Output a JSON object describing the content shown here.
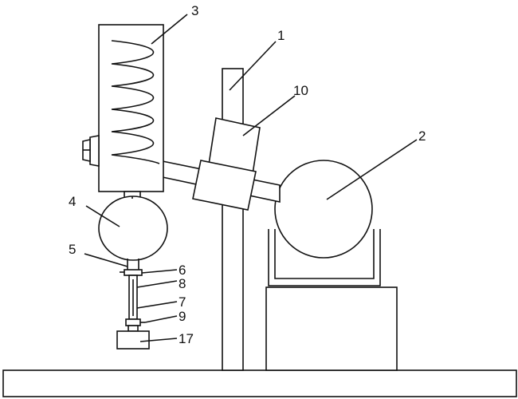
{
  "colors": {
    "line": "#111111",
    "background": "#ffffff"
  },
  "labels": {
    "rotary_shaft": "1",
    "evaporating_flask": "2",
    "condenser": "3",
    "receiving_flask": "4",
    "flask_outlet": "5",
    "valve_upper": "6",
    "drain_tube_upper": "8",
    "drain_tube_lower": "7",
    "valve_lower": "9",
    "motor_housing": "10",
    "collection_vessel": "17"
  }
}
